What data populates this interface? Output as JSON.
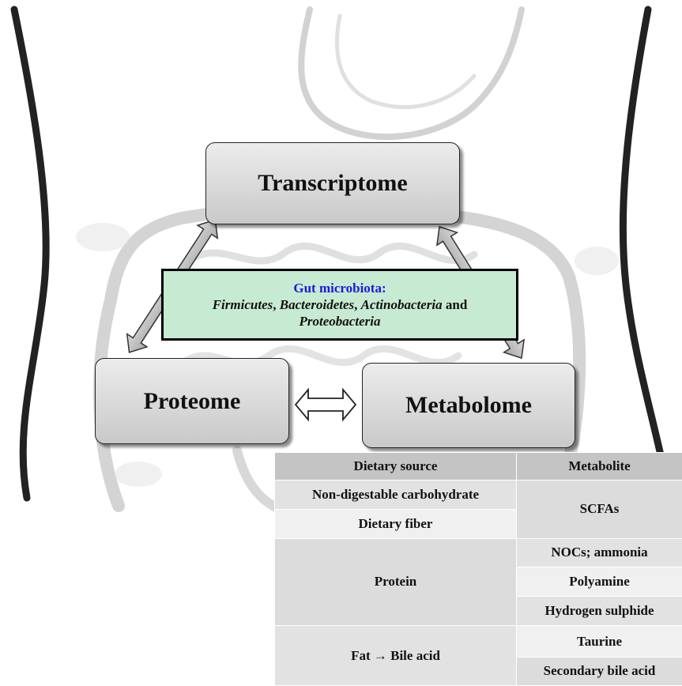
{
  "nodes": {
    "transcriptome": "Transcriptome",
    "proteome": "Proteome",
    "metabolome": "Metabolome"
  },
  "microbiota": {
    "title": "Gut microbiota:",
    "taxa": [
      "Firmicutes",
      "Bacteroidetes",
      "Actinobacteria",
      "Proteobacteria"
    ],
    "sep_comma_1": ", ",
    "sep_comma_2": ", ",
    "sep_and": " and "
  },
  "table": {
    "headers": [
      "Dietary source",
      "Metabolite"
    ],
    "rows": {
      "carb_source": "Non-digestable carbohydrate",
      "fiber_source": "Dietary fiber",
      "carb_metabolite": "SCFAs",
      "protein_source": "Protein",
      "protein_metabolites": [
        "NOCs; ammonia",
        "Polyamine",
        "Hydrogen sulphide"
      ],
      "fat_source": "Fat → Bile acid",
      "fat_metabolites": [
        "Taurine",
        "Secondary bile acid"
      ]
    }
  },
  "colors": {
    "microbiota_box": "#c7ead2",
    "microbiota_title": "#1a1ae0",
    "node_fill": "#d9d9d9",
    "table_header": "#c4c4c4"
  }
}
